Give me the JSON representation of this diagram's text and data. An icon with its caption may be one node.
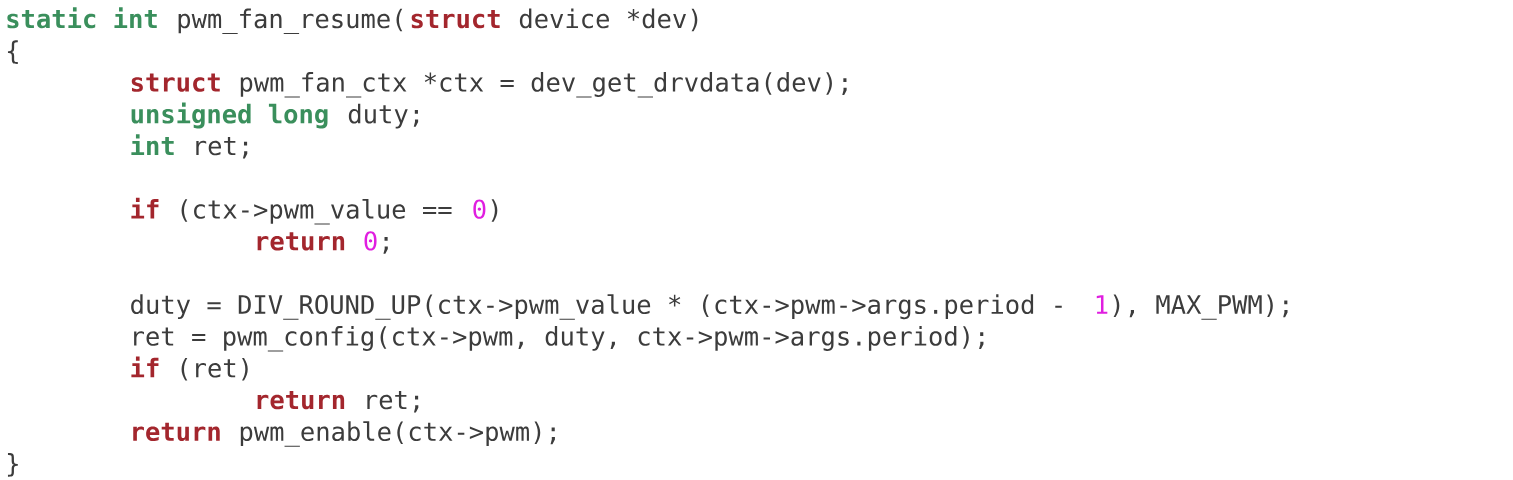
{
  "diagram": {
    "labels": [
      "static int",
      "pwm_fan_resume(",
      "struct",
      "device *dev)",
      "{",
      "struct",
      "pwm_fan_ctx *ctx = dev_get_drvdata(dev);",
      "unsigned long",
      "duty;",
      "int",
      "ret;",
      "if",
      "(ctx->pwm_value ==",
      "0",
      ")",
      "return",
      "0",
      ";",
      "duty = DIV_ROUND_UP(ctx->pwm_value * (ctx->pwm->args.period -",
      "1",
      "), MAX_PWM);",
      "ret = pwm_config(ctx->pwm, duty, ctx->pwm->args.period);",
      "if",
      "(ret)",
      "return",
      "ret;",
      "return",
      "pwm_enable(ctx->pwm);",
      "}"
    ]
  }
}
